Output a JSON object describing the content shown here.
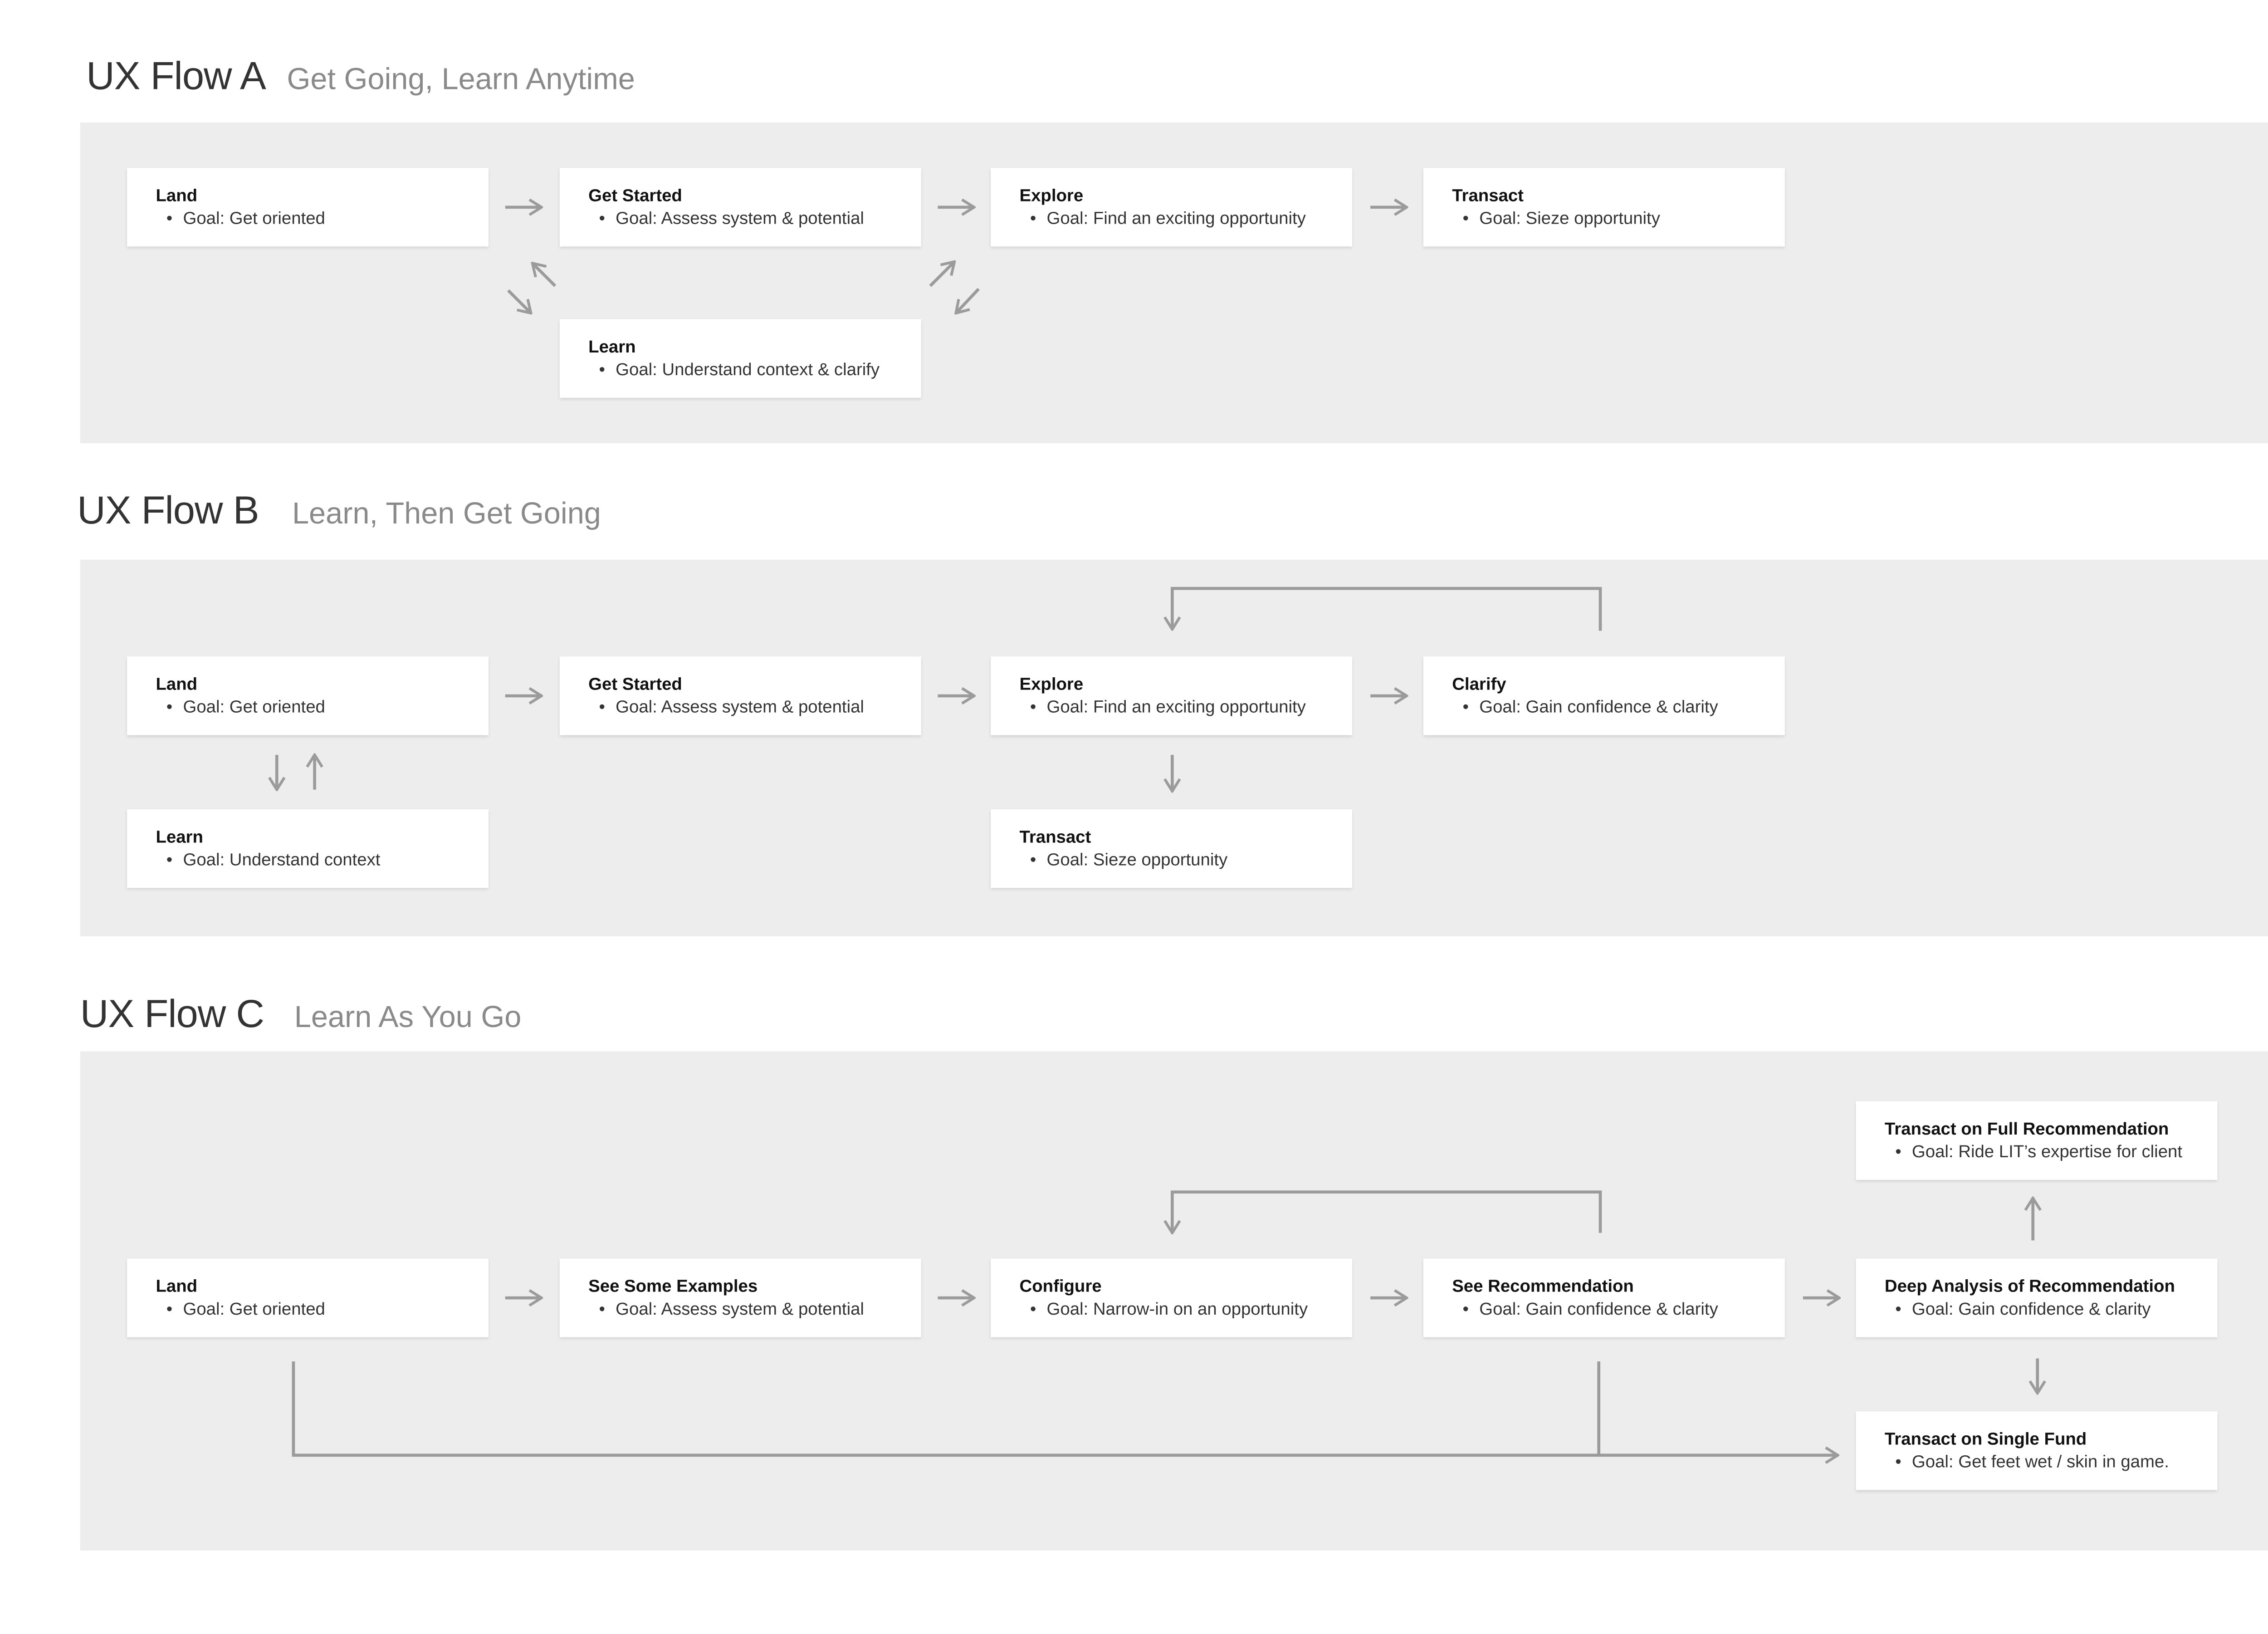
{
  "flows": {
    "a": {
      "name": "UX Flow A",
      "subtitle": "Get Going, Learn Anytime",
      "nodes": {
        "land": {
          "title": "Land",
          "goal": "Goal: Get oriented"
        },
        "get_started": {
          "title": "Get Started",
          "goal": "Goal: Assess system & potential"
        },
        "explore": {
          "title": "Explore",
          "goal": "Goal: Find an exciting opportunity"
        },
        "transact": {
          "title": "Transact",
          "goal": "Goal: Sieze opportunity"
        },
        "learn": {
          "title": "Learn",
          "goal": "Goal: Understand context & clarify"
        }
      }
    },
    "b": {
      "name": "UX Flow B",
      "subtitle": "Learn, Then Get Going",
      "nodes": {
        "land": {
          "title": "Land",
          "goal": "Goal: Get oriented"
        },
        "get_started": {
          "title": "Get Started",
          "goal": "Goal: Assess system & potential"
        },
        "explore": {
          "title": "Explore",
          "goal": "Goal: Find an exciting opportunity"
        },
        "clarify": {
          "title": "Clarify",
          "goal": "Goal: Gain confidence & clarity"
        },
        "learn": {
          "title": "Learn",
          "goal": "Goal: Understand context"
        },
        "transact": {
          "title": "Transact",
          "goal": "Goal: Sieze opportunity"
        }
      }
    },
    "c": {
      "name": "UX Flow C",
      "subtitle": "Learn As You Go",
      "nodes": {
        "land": {
          "title": "Land",
          "goal": "Goal: Get oriented"
        },
        "see_examples": {
          "title": "See Some Examples",
          "goal": "Goal: Assess system & potential"
        },
        "configure": {
          "title": "Configure",
          "goal": "Goal: Narrow-in on an opportunity"
        },
        "see_recommendation": {
          "title": "See Recommendation",
          "goal": "Goal: Gain confidence & clarity"
        },
        "deep_analysis": {
          "title": "Deep Analysis of Recommendation",
          "goal": "Goal: Gain confidence & clarity"
        },
        "transact_full": {
          "title": "Transact on Full Recommendation",
          "goal": "Goal: Ride LIT’s expertise for client"
        },
        "transact_single": {
          "title": "Transact on Single Fund",
          "goal": "Goal: Get feet wet / skin in game."
        }
      }
    }
  },
  "bullet_glyph": "•",
  "colors": {
    "panel": "#ededed",
    "card": "#ffffff",
    "arrow": "#9b9b9b",
    "title": "#333333",
    "subtitle": "#8a8a8a"
  }
}
